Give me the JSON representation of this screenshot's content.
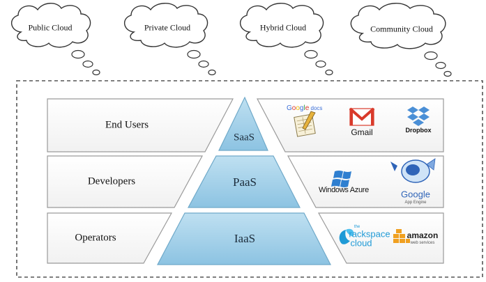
{
  "clouds": [
    {
      "label": "Public Cloud"
    },
    {
      "label": "Private Cloud"
    },
    {
      "label": "Hybrid Cloud"
    },
    {
      "label": "Community Cloud"
    }
  ],
  "rows": [
    {
      "audience": "End Users",
      "tier": "SaaS",
      "logos": [
        {
          "name": "google-docs",
          "text": "Google docs"
        },
        {
          "name": "gmail",
          "text": "Gmail"
        },
        {
          "name": "dropbox",
          "text": "Dropbox"
        }
      ]
    },
    {
      "audience": "Developers",
      "tier": "PaaS",
      "logos": [
        {
          "name": "windows-azure",
          "text": "Windows Azure"
        },
        {
          "name": "google-app-engine",
          "text": "Google",
          "subtext": "App Engine"
        }
      ]
    },
    {
      "audience": "Operators",
      "tier": "IaaS",
      "logos": [
        {
          "name": "rackspace-cloud",
          "text_top": "rackspace",
          "text_bottom": "cloud",
          "prefix": "the"
        },
        {
          "name": "amazon-web-services",
          "text_top": "amazon",
          "text_bottom": "web services"
        }
      ]
    }
  ],
  "colors": {
    "pyramid_fill": "#a9d4ea",
    "pyramid_fill_dark": "#7fbadb",
    "pyramid_stroke": "#6fa9c9",
    "panel_stroke": "#9a9a9a",
    "frame_dash": "#555555",
    "gmail_red": "#d93a2b",
    "dropbox_blue": "#4a8fd6",
    "azure_blue": "#2f7fd0",
    "rackspace_blue": "#1f9ad6",
    "amazon_orange": "#f0a020"
  }
}
